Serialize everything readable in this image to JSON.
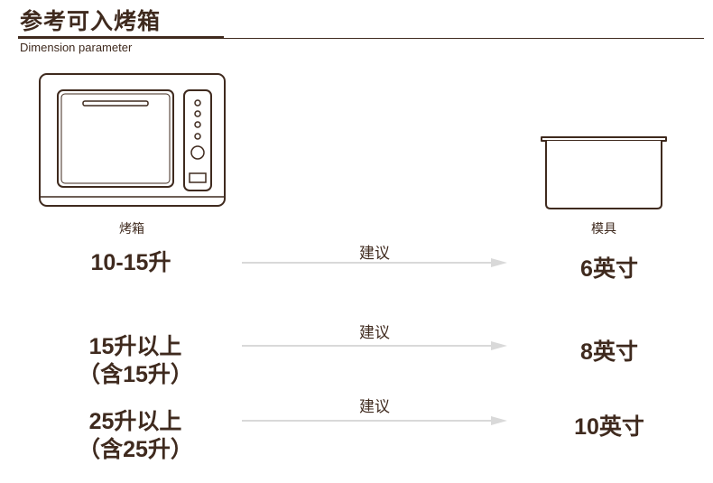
{
  "header": {
    "title": "参考可入烤箱",
    "subtitle": "Dimension parameter"
  },
  "captions": {
    "oven": "烤箱",
    "mold": "模具"
  },
  "rows": [
    {
      "oven_line1": "10-15升",
      "oven_line2": "",
      "suggest": "建议",
      "mold_size": "6英寸"
    },
    {
      "oven_line1": "15升以上",
      "oven_line2": "（含15升）",
      "suggest": "建议",
      "mold_size": "8英寸"
    },
    {
      "oven_line1": "25升以上",
      "oven_line2": "（含25升）",
      "suggest": "建议",
      "mold_size": "10英寸"
    }
  ],
  "colors": {
    "text": "#3f2a1e",
    "arrow": "#d9d9d9"
  },
  "icons": {
    "oven": "oven-icon",
    "mold": "cake-mold-icon"
  }
}
